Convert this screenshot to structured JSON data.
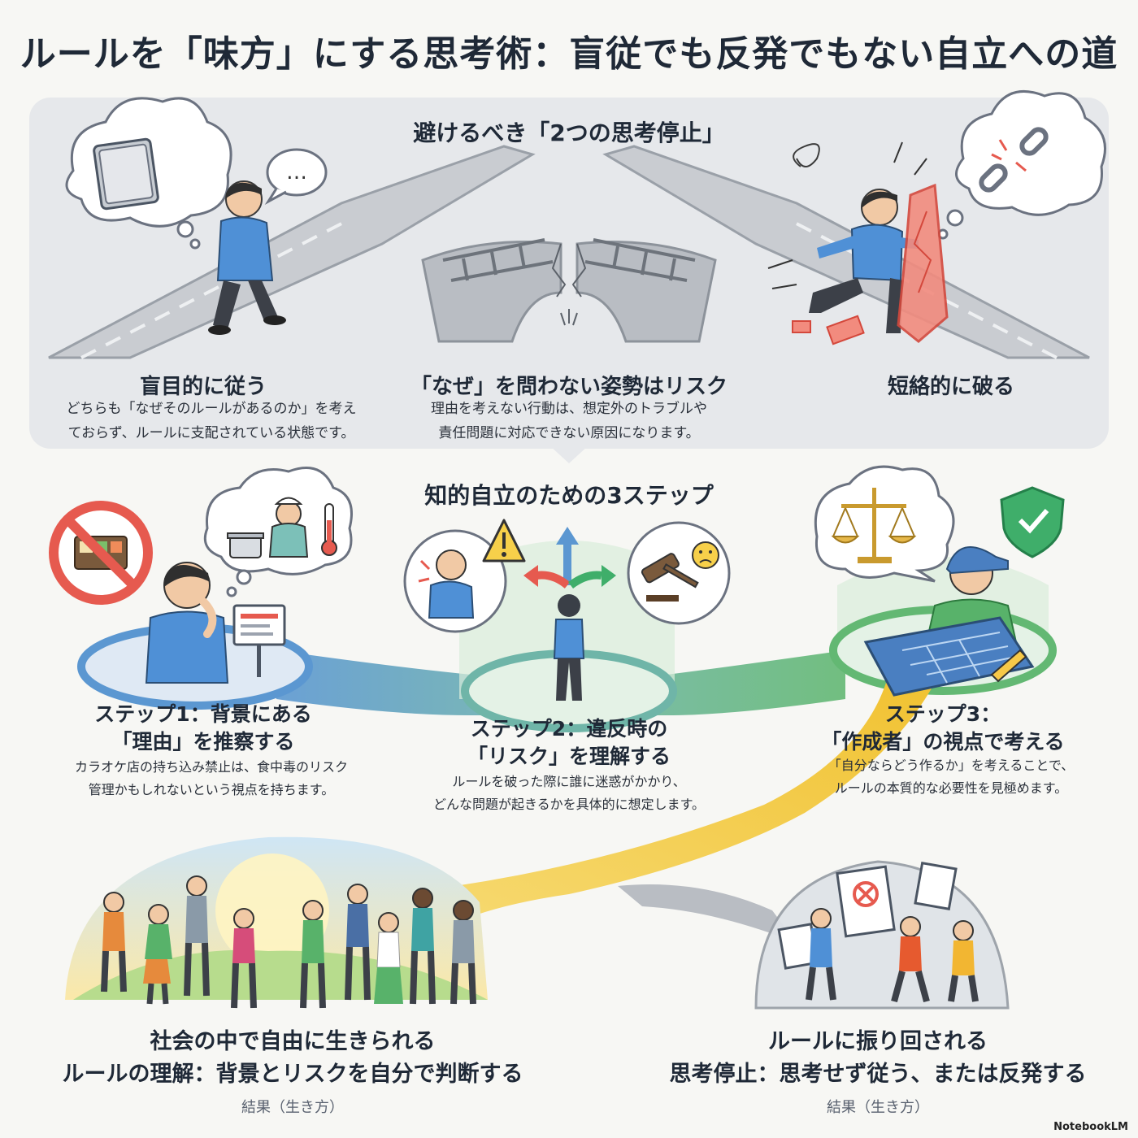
{
  "title": "ルールを「味方」にする思考術：盲従でも反発でもない自立への道",
  "avoid_section": {
    "heading": "避けるべき「2つの思考停止」",
    "items": [
      {
        "heading": "盲目的に従う",
        "description_lines": [
          "どちらも「なぜそのルールがあるのか」を考え",
          "ておらず、ルールに支配されている状態です。"
        ]
      },
      {
        "heading": "「なぜ」を問わない姿勢はリスク",
        "description_lines": [
          "理由を考えない行動は、想定外のトラブルや",
          "責任問題に対応できない原因になります。"
        ]
      },
      {
        "heading": "短絡的に破る",
        "description_lines": []
      }
    ],
    "speech_text": "…"
  },
  "steps_section": {
    "heading": "知的自立のための3ステップ",
    "steps": [
      {
        "heading_lines": [
          "ステップ1：背景にある",
          "「理由」を推察する"
        ],
        "description_lines": [
          "カラオケ店の持ち込み禁止は、食中毒のリスク",
          "管理かもしれないという視点を持ちます。"
        ]
      },
      {
        "heading_lines": [
          "ステップ2：違反時の",
          "「リスク」を理解する"
        ],
        "description_lines": [
          "ルールを破った際に誰に迷惑がかかり、",
          "どんな問題が起きるかを具体的に想定します。"
        ]
      },
      {
        "heading_lines": [
          "ステップ3：",
          "「作成者」の視点で考える"
        ],
        "description_lines": [
          "「自分ならどう作るか」を考えることで、",
          "ルールの本質的な必要性を見極めます。"
        ]
      }
    ]
  },
  "outcomes": [
    {
      "heading_lines": [
        "社会の中で自由に生きられる",
        "ルールの理解：背景とリスクを自分で判断する"
      ],
      "label": "結果（生き方）"
    },
    {
      "heading_lines": [
        "ルールに振り回される",
        "思考停止：思考せず従う、または反発する"
      ],
      "label": "結果（生き方）"
    }
  ],
  "brand": "NotebookLM",
  "colors": {
    "shirt_blue": "#4f90d6",
    "path_blue": "#5b97d1",
    "path_green": "#63b873",
    "path_yellow": "#f1c232",
    "alert_red": "#e65a4f",
    "shield_green": "#3fae6a"
  }
}
